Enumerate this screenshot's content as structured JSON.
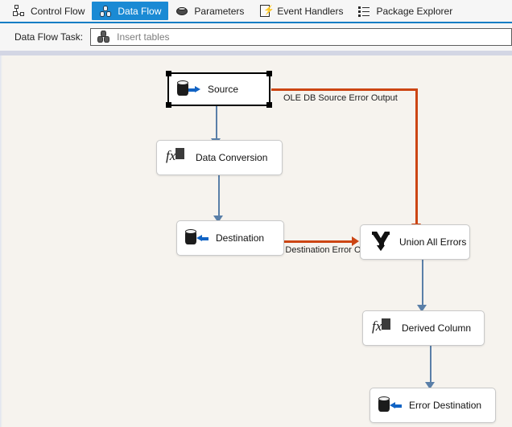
{
  "tabs": [
    {
      "label": "Control Flow",
      "icon": "control-flow-icon",
      "active": false
    },
    {
      "label": "Data Flow",
      "icon": "data-flow-icon",
      "active": true
    },
    {
      "label": "Parameters",
      "icon": "parameters-icon",
      "active": false
    },
    {
      "label": "Event Handlers",
      "icon": "event-handlers-icon",
      "active": false
    },
    {
      "label": "Package Explorer",
      "icon": "package-explorer-icon",
      "active": false
    }
  ],
  "toolbar": {
    "task_label": "Data Flow Task:",
    "task_value": "Insert tables",
    "task_icon": "data-flow-task-icon"
  },
  "canvas": {
    "nodes": [
      {
        "id": "source",
        "label": "Source",
        "icon": "ole-db-source-icon",
        "selected": true
      },
      {
        "id": "data-conversion",
        "label": "Data Conversion",
        "icon": "fx-transform-icon",
        "selected": false
      },
      {
        "id": "destination",
        "label": "Destination",
        "icon": "ole-db-destination-icon",
        "selected": false
      },
      {
        "id": "union-all-errors",
        "label": "Union All Errors",
        "icon": "union-all-icon",
        "selected": false
      },
      {
        "id": "derived-column",
        "label": "Derived Column",
        "icon": "fx-transform-icon",
        "selected": false
      },
      {
        "id": "error-destination",
        "label": "Error Destination",
        "icon": "ole-db-destination-icon",
        "selected": false
      }
    ],
    "connector_labels": {
      "source_error": "OLE DB Source Error Output",
      "destination_error": "OLE DB Destination Error Output"
    }
  },
  "colors": {
    "accent_tab": "#1a8ad4",
    "tab_underline": "#0d7dc4",
    "data_path": "#5a7fa8",
    "error_path": "#cc4513",
    "canvas_bg": "#f6f3ee",
    "chrome_bg": "#f6f6f6",
    "separator": "#d3d6e4"
  }
}
